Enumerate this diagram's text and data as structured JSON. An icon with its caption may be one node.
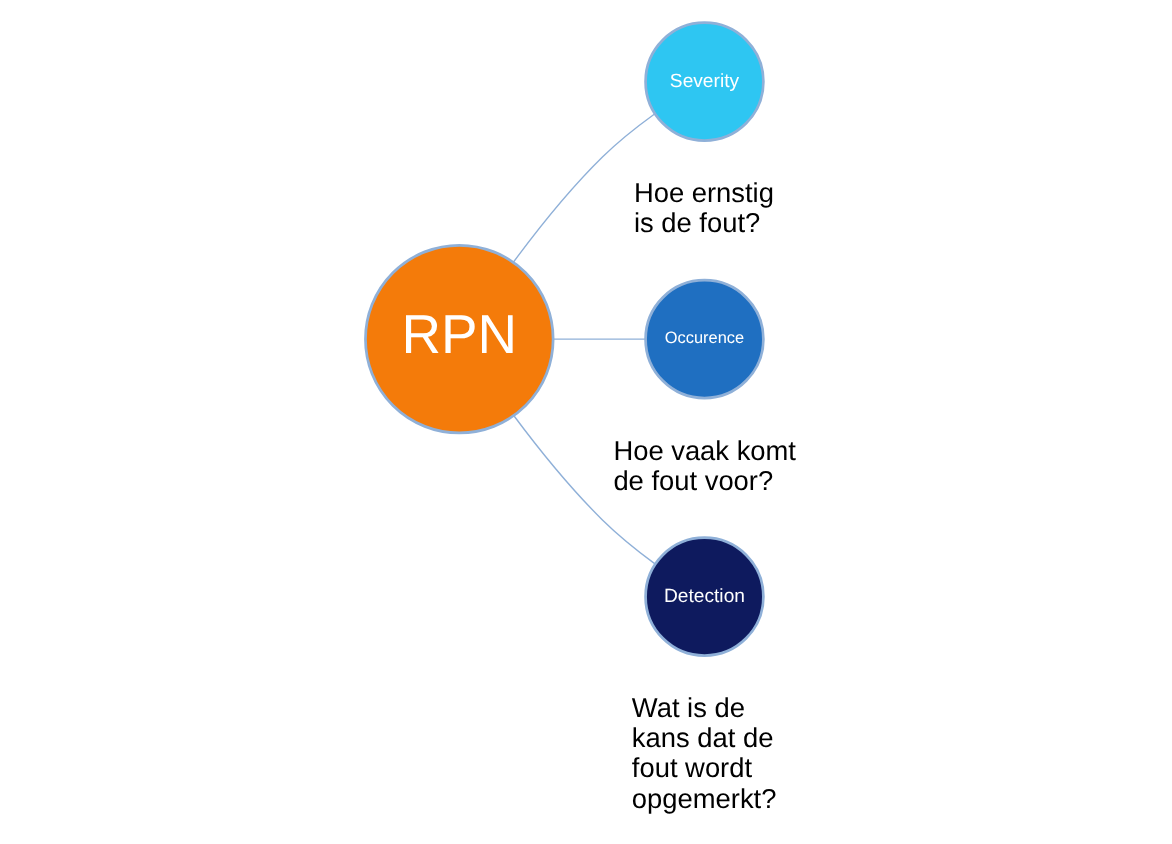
{
  "diagram": {
    "nodes": [
      {
        "text": [
          "RPN"
        ]
      },
      {
        "text": [
          "Severity"
        ],
        "beside": [
          "Hoe ernstig is de fout?"
        ]
      },
      {
        "text": [
          "Occurence"
        ],
        "beside": [
          "Hoe vaak komt de fout voor?"
        ]
      },
      {
        "text": [
          "Detection"
        ],
        "beside": [
          "Wat is de kans dat de fout wordt opgemerkt?"
        ]
      }
    ],
    "edges": [
      {
        "from": 0,
        "to": 1,
        "arrow": "none"
      },
      {
        "from": 0,
        "to": 2,
        "arrow": "none"
      },
      {
        "from": 0,
        "to": 3,
        "arrow": "none"
      }
    ]
  }
}
